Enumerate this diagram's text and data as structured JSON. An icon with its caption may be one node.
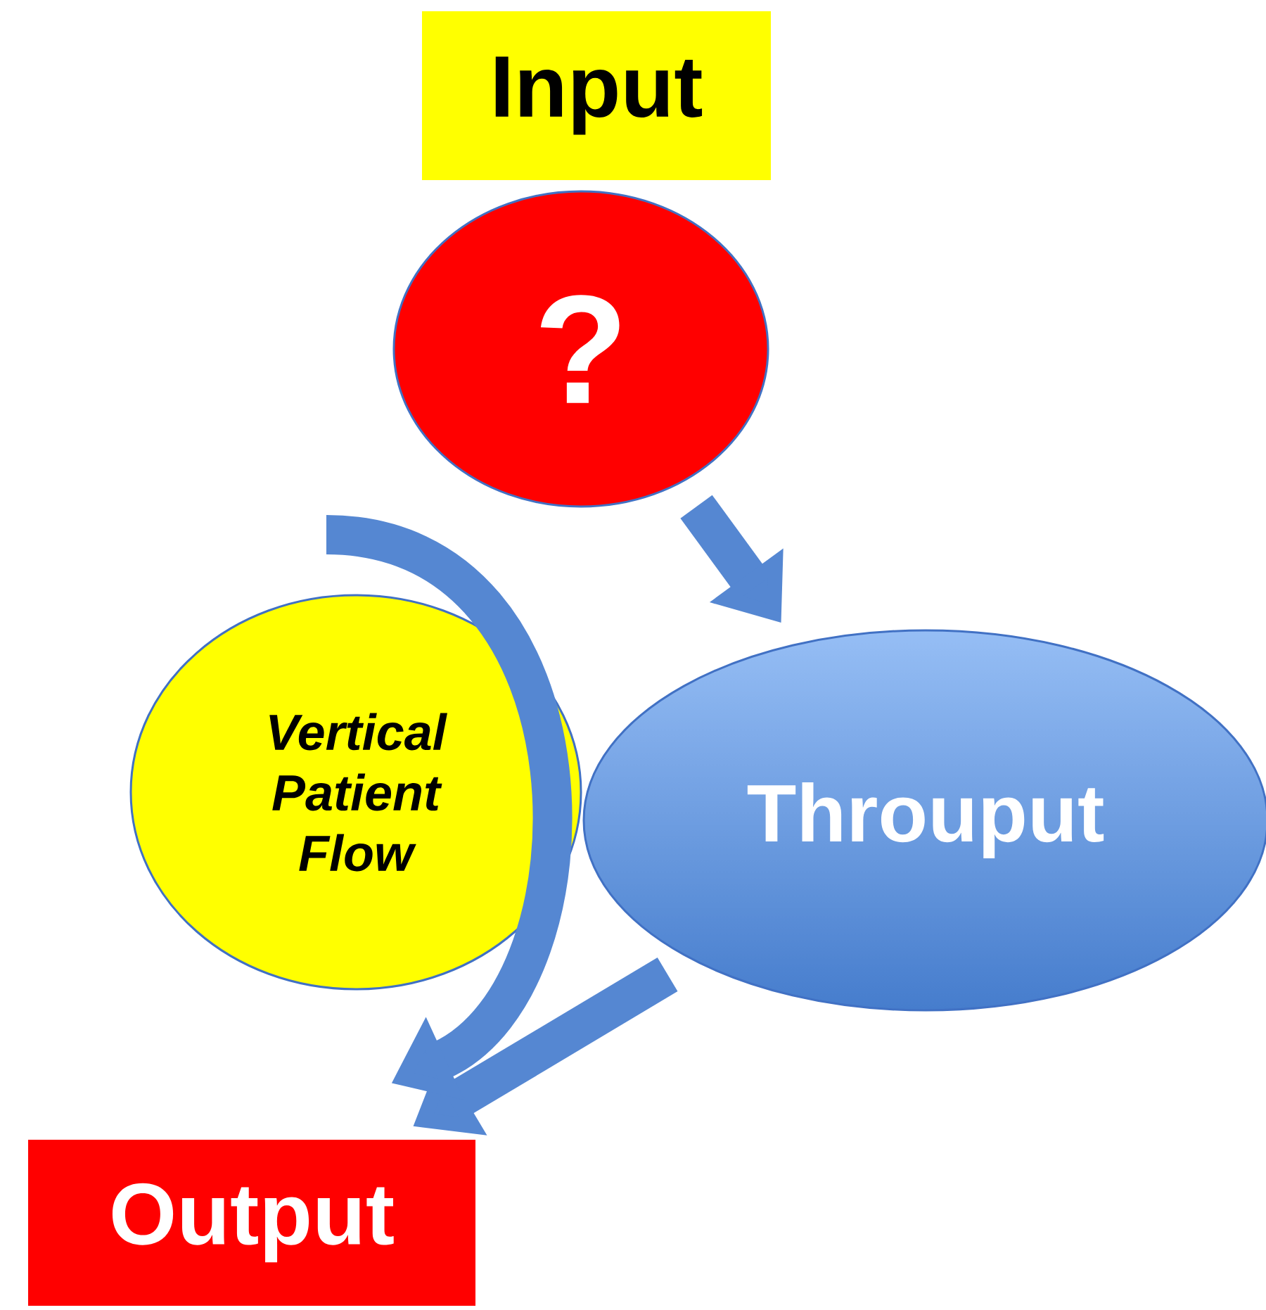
{
  "diagram": {
    "nodes": [
      {
        "text": [
          "Input"
        ]
      },
      {
        "text": [
          "?"
        ]
      },
      {
        "text": [
          "Throuput"
        ]
      },
      {
        "text": [
          "Vertical Patient Flow"
        ]
      },
      {
        "text": [
          "Output"
        ]
      }
    ],
    "edges": [
      {
        "from": 1,
        "to": 2,
        "arrow": "to"
      },
      {
        "from": 2,
        "to": 4,
        "arrow": "to"
      },
      {
        "from": null,
        "to": 4,
        "arrow": "to"
      }
    ]
  }
}
